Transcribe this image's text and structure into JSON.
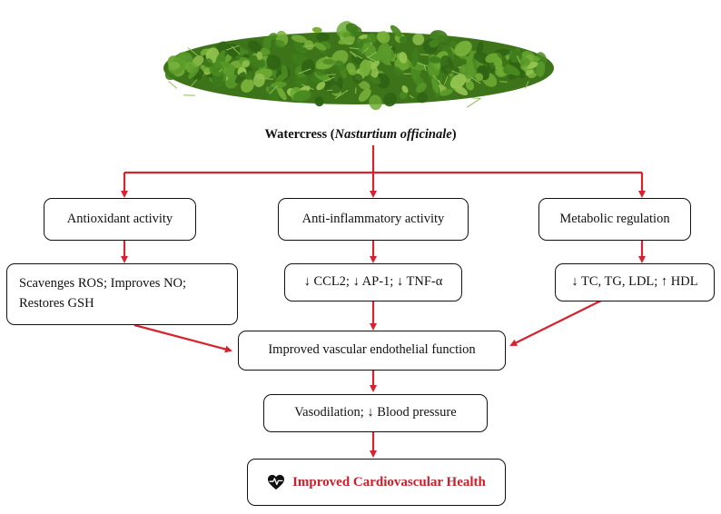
{
  "diagram": {
    "title_plain": "Watercress (",
    "title_italic": "Nasturtium officinale",
    "title_end": ")",
    "level1": [
      {
        "label": "Antioxidant activity"
      },
      {
        "label": "Anti-inflammatory activity"
      },
      {
        "label": "Metabolic regulation"
      }
    ],
    "level2": [
      {
        "line1": "Scavenges ROS; Improves NO;",
        "line2": "Restores GSH"
      },
      {
        "label": "↓ CCL2; ↓ AP-1; ↓ TNF-α"
      },
      {
        "label": "↓ TC, TG, LDL; ↑ HDL"
      }
    ],
    "endothelial": "Improved vascular endothelial function",
    "vasodilation": "Vasodilation; ↓ Blood pressure",
    "final": "Improved Cardiovascular Health",
    "colors": {
      "arrow": "#d6232f",
      "final_text": "#cc1f2a",
      "heart": "#111111"
    },
    "icons": {
      "heart": "heart-pulse-icon"
    }
  }
}
